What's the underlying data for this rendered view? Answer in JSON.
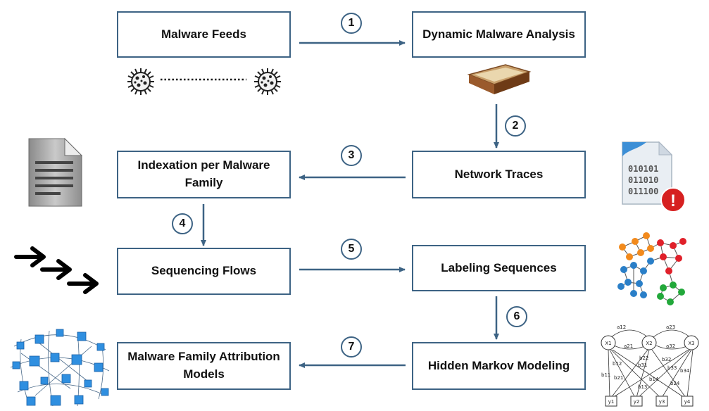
{
  "boxes": {
    "feeds": "Malware Feeds",
    "dynamic": "Dynamic Malware Analysis",
    "indexation": "Indexation per Malware Family",
    "traces": "Network Traces",
    "sequencing": "Sequencing Flows",
    "labeling": "Labeling Sequences",
    "attribution": "Malware Family Attribution Models",
    "hmm": "Hidden Markov Modeling"
  },
  "steps": [
    "1",
    "2",
    "3",
    "4",
    "5",
    "6",
    "7"
  ],
  "binary_file": {
    "lines": [
      "010101",
      "011010",
      "011100"
    ],
    "alert": "!"
  },
  "hmm_figure": {
    "states": [
      "X1",
      "X2",
      "X3"
    ],
    "outputs": [
      "y1",
      "y2",
      "y3",
      "y4"
    ],
    "transitions": [
      "a12",
      "a23",
      "a21",
      "a32"
    ],
    "emissions": [
      "b11",
      "b12",
      "b13",
      "b14",
      "b21",
      "b22",
      "b24",
      "b31",
      "b32",
      "b33",
      "b34"
    ]
  },
  "colors": {
    "box_border": "#3d6384",
    "arrow": "#3d6384",
    "text": "#111111"
  }
}
